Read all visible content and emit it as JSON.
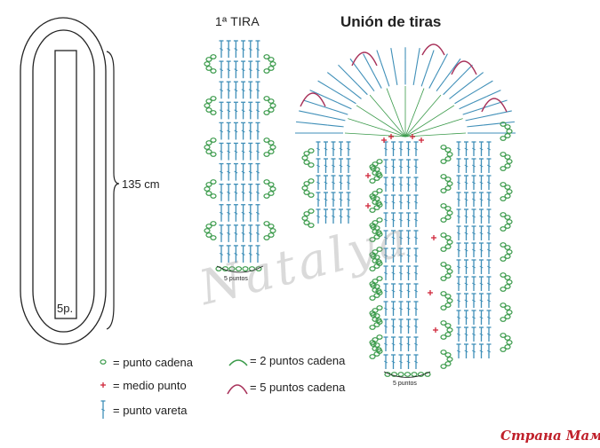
{
  "strip_title": "1ª TIRA",
  "union_title": "Unión de tiras",
  "dimension_label": "135 cm",
  "base_label": "5p.",
  "strip_footer": "5 puntos",
  "union_footer": "5 puntos",
  "legend": {
    "cadena": "= punto cadena",
    "medio": "= medio punto",
    "vareta": "= punto vareta",
    "dos": "= 2 puntos cadena",
    "cinco": "= 5 puntos cadena"
  },
  "watermark": "Natalya",
  "site": "Страна Мам",
  "colors": {
    "stitch_blue": "#3f8fb8",
    "chain_green": "#3a9a4a",
    "loop_red": "#a8325a",
    "cross_red": "#d0253a"
  }
}
